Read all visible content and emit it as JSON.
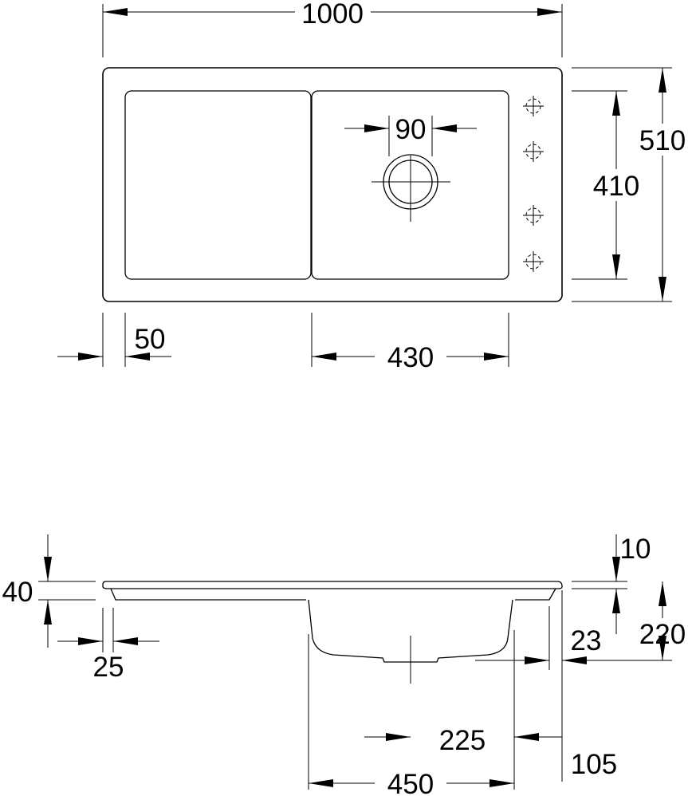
{
  "drawing": {
    "top_view": {
      "overall_width": "1000",
      "overall_depth": "510",
      "bowl_depth": "410",
      "waste_diameter": "90",
      "drainer_offset": "50",
      "bowl_width": "430"
    },
    "side_view": {
      "flange_height": "40",
      "rim_thickness": "10",
      "bowl_height": "220",
      "edge_offset": "25",
      "side_offset": "23",
      "waste_offset": "225",
      "bowl_length": "450",
      "end_offset": "105"
    }
  }
}
